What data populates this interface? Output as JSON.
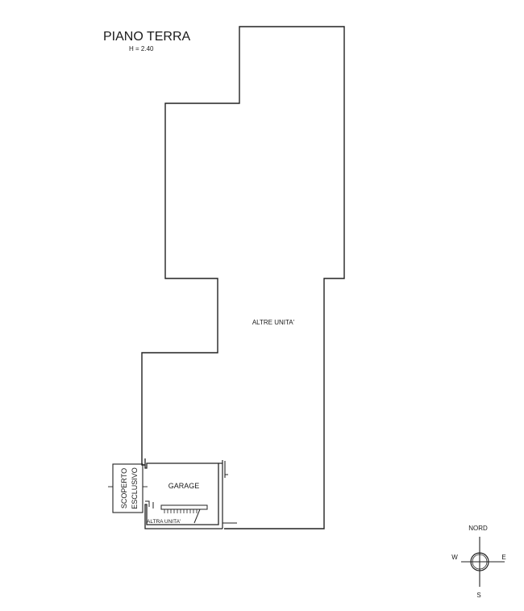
{
  "plan": {
    "title": "PIANO TERRA",
    "height_note": "H = 2.40",
    "labels": {
      "other_units": "ALTRE UNITA'",
      "garage": "GARAGE",
      "other_unit": "ALTRA UNITA'",
      "exclusive_open_space_line1": "SCOPERTO",
      "exclusive_open_space_line2": "ESCLUSIVO"
    }
  },
  "compass": {
    "north": "NORD",
    "south": "S",
    "east": "E",
    "west": "W"
  }
}
